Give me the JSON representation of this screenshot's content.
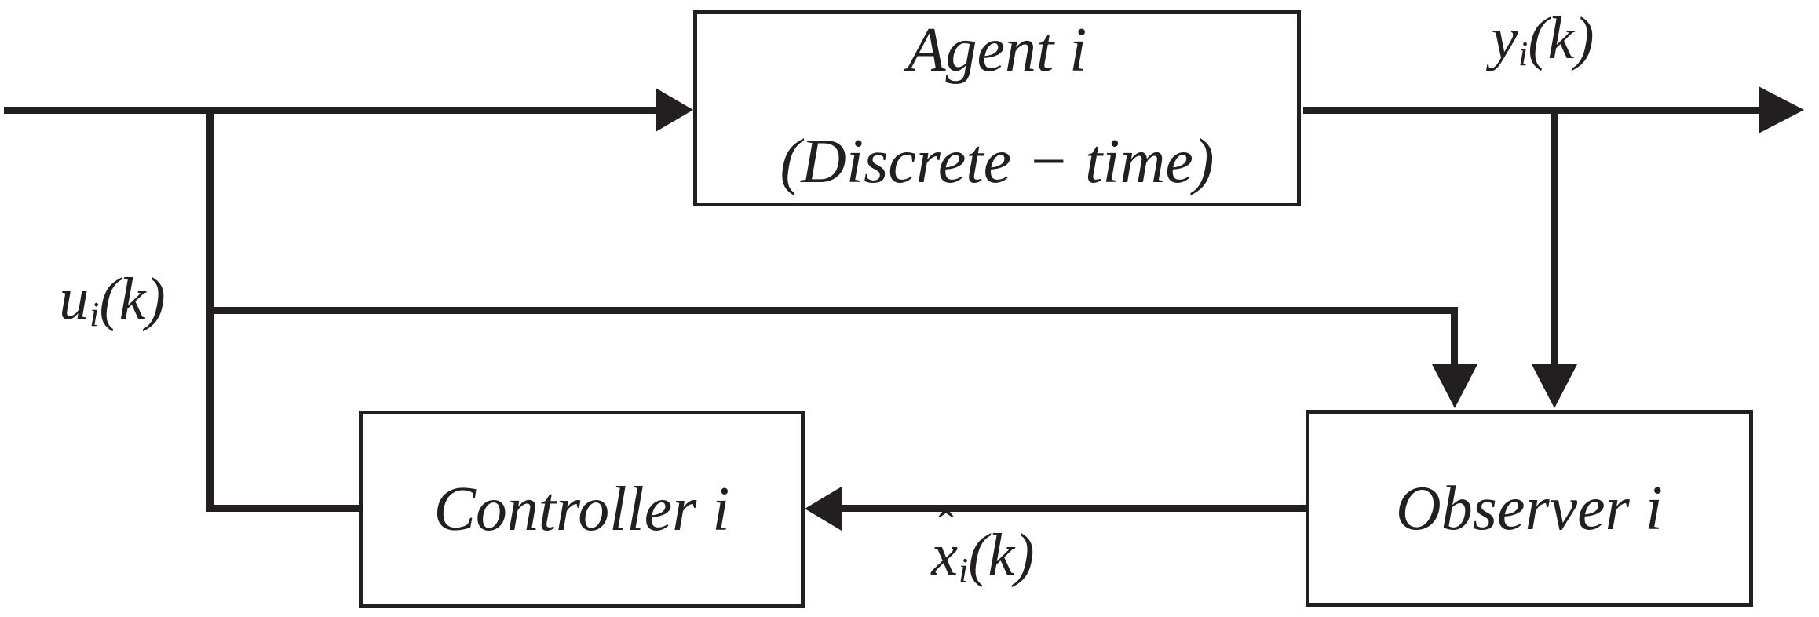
{
  "diagram": {
    "type": "control-system-block-diagram",
    "background": "#ffffff",
    "ink_color": "#231f20",
    "blocks": {
      "agent": {
        "line1": "Agent i",
        "line2": "(Discrete − time)"
      },
      "controller": {
        "label": "Controller i"
      },
      "observer": {
        "label": "Observer i"
      }
    },
    "signals": {
      "output": {
        "base": "y",
        "sub": "i",
        "arg": "(k)"
      },
      "input": {
        "base": "u",
        "sub": "i",
        "arg": "(k)"
      },
      "estimate": {
        "base": "x",
        "hat": "ˆ",
        "sub": "i",
        "arg": "(k)"
      }
    }
  }
}
